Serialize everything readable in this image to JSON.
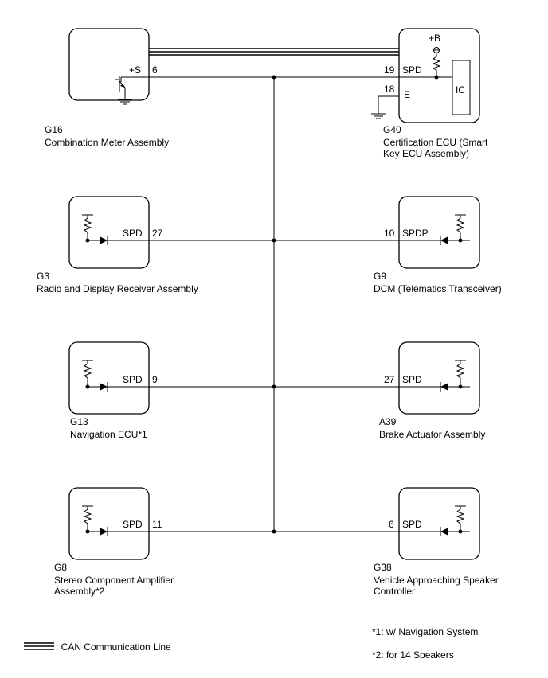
{
  "components": {
    "g16": {
      "code": "G16",
      "name": "Combination Meter Assembly",
      "terminal_label": "+S",
      "pin": "6"
    },
    "g40": {
      "code": "G40",
      "name_line1": "Certification ECU (Smart",
      "name_line2": "Key ECU Assembly)",
      "supply_label": "+B",
      "ic_label": "IC",
      "spd_label": "SPD",
      "spd_pin": "19",
      "e_label": "E",
      "e_pin": "18"
    },
    "g3": {
      "code": "G3",
      "name": "Radio and Display Receiver Assembly",
      "terminal_label": "SPD",
      "pin": "27"
    },
    "g9": {
      "code": "G9",
      "name": "DCM (Telematics Transceiver)",
      "terminal_label": "SPDP",
      "pin": "10"
    },
    "g13": {
      "code": "G13",
      "name": "Navigation ECU*1",
      "terminal_label": "SPD",
      "pin": "9"
    },
    "a39": {
      "code": "A39",
      "name": "Brake Actuator Assembly",
      "terminal_label": "SPD",
      "pin": "27"
    },
    "g8": {
      "code": "G8",
      "name_line1": "Stereo Component Amplifier",
      "name_line2": "Assembly*2",
      "terminal_label": "SPD",
      "pin": "11"
    },
    "g38": {
      "code": "G38",
      "name_line1": "Vehicle Approaching Speaker",
      "name_line2": "Controller",
      "terminal_label": "SPD",
      "pin": "6"
    }
  },
  "legend": {
    "can_line": ": CAN Communication Line"
  },
  "notes": {
    "note1": "*1: w/ Navigation System",
    "note2": "*2: for 14 Speakers"
  }
}
